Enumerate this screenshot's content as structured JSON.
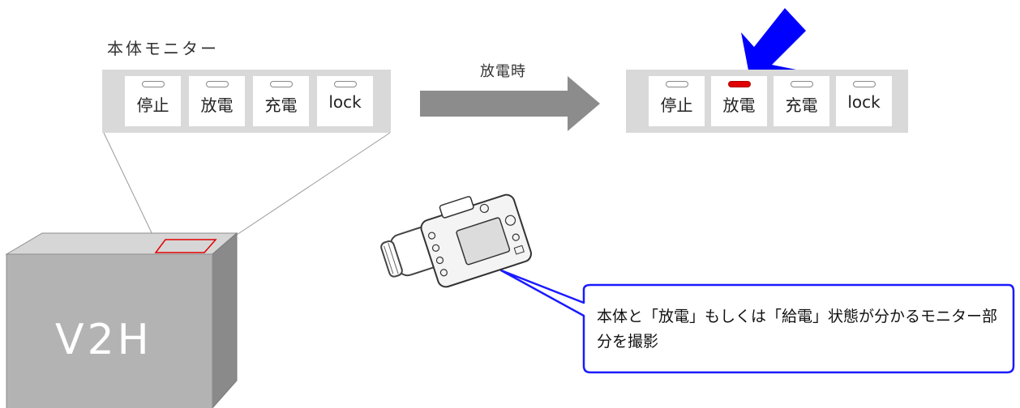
{
  "monitor_caption": "本体モニター",
  "arrow_label": "放電時",
  "left_panel": {
    "buttons": [
      {
        "label": "停止",
        "led": "off"
      },
      {
        "label": "放電",
        "led": "off"
      },
      {
        "label": "充電",
        "led": "off"
      },
      {
        "label": "lock",
        "led": "off"
      }
    ]
  },
  "right_panel": {
    "buttons": [
      {
        "label": "停止",
        "led": "off"
      },
      {
        "label": "放電",
        "led": "on"
      },
      {
        "label": "充電",
        "led": "off"
      },
      {
        "label": "lock",
        "led": "off"
      }
    ]
  },
  "device_label": "V2H",
  "callout_text": "本体と「放電」もしくは「給電」状態が分かるモニター部分を撮影",
  "colors": {
    "panel": "#d9d9d9",
    "led_on": "#e00000",
    "pointer_arrow": "#0000ff",
    "callout_border": "#1a1aff",
    "flow_arrow": "#8c8c8c",
    "box_front": "#b3b3b3"
  },
  "icons": [
    "camera-icon",
    "pointer-arrow-icon",
    "flow-arrow-icon"
  ]
}
